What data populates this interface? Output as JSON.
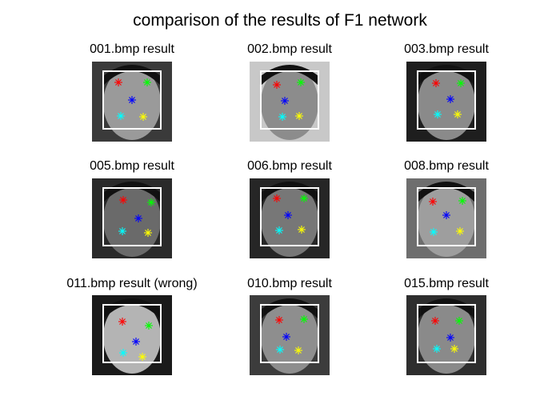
{
  "figure_title": "comparison of the results of F1 network",
  "landmark_colors": {
    "left_eye": "#ff0000",
    "right_eye": "#00ff00",
    "nose": "#0000ff",
    "mouth_left": "#00ffff",
    "mouth_right": "#ffff00"
  },
  "panels": [
    {
      "title": "001.bmp result",
      "skin": "#9a9a9a",
      "bg": "#3a3a3a",
      "box": [
        14,
        12,
        86,
        84
      ],
      "marks": {
        "left_eye": [
          33,
          26
        ],
        "right_eye": [
          69,
          26
        ],
        "nose": [
          50,
          48
        ],
        "mouth_left": [
          36,
          68
        ],
        "mouth_right": [
          64,
          69
        ]
      }
    },
    {
      "title": "002.bmp result",
      "skin": "#8c8c8c",
      "bg": "#c8c8c8",
      "box": [
        14,
        12,
        86,
        84
      ],
      "marks": {
        "left_eye": [
          34,
          29
        ],
        "right_eye": [
          64,
          26
        ],
        "nose": [
          44,
          49
        ],
        "mouth_left": [
          41,
          69
        ],
        "mouth_right": [
          62,
          68
        ]
      }
    },
    {
      "title": "003.bmp result",
      "skin": "#8a8a8a",
      "bg": "#1e1e1e",
      "box": [
        14,
        12,
        86,
        84
      ],
      "marks": {
        "left_eye": [
          37,
          27
        ],
        "right_eye": [
          68,
          27
        ],
        "nose": [
          55,
          47
        ],
        "mouth_left": [
          39,
          66
        ],
        "mouth_right": [
          64,
          66
        ]
      }
    },
    {
      "title": "005.bmp result",
      "skin": "#6a6a6a",
      "bg": "#2a2a2a",
      "box": [
        14,
        12,
        86,
        84
      ],
      "marks": {
        "left_eye": [
          39,
          27
        ],
        "right_eye": [
          74,
          30
        ],
        "nose": [
          58,
          50
        ],
        "mouth_left": [
          38,
          66
        ],
        "mouth_right": [
          70,
          68
        ]
      }
    },
    {
      "title": "006.bmp result",
      "skin": "#777777",
      "bg": "#262626",
      "box": [
        14,
        12,
        86,
        84
      ],
      "marks": {
        "left_eye": [
          34,
          25
        ],
        "right_eye": [
          68,
          25
        ],
        "nose": [
          48,
          46
        ],
        "mouth_left": [
          37,
          65
        ],
        "mouth_right": [
          65,
          64
        ]
      }
    },
    {
      "title": "008.bmp result",
      "skin": "#9e9e9e",
      "bg": "#6e6e6e",
      "box": [
        14,
        12,
        86,
        84
      ],
      "marks": {
        "left_eye": [
          33,
          29
        ],
        "right_eye": [
          70,
          28
        ],
        "nose": [
          50,
          46
        ],
        "mouth_left": [
          34,
          67
        ],
        "mouth_right": [
          67,
          66
        ]
      }
    },
    {
      "title": "011.bmp result (wrong)",
      "skin": "#b4b4b4",
      "bg": "#1a1a1a",
      "box": [
        14,
        12,
        86,
        84
      ],
      "marks": {
        "left_eye": [
          38,
          33
        ],
        "right_eye": [
          71,
          38
        ],
        "nose": [
          55,
          58
        ],
        "mouth_left": [
          39,
          72
        ],
        "mouth_right": [
          63,
          77
        ]
      }
    },
    {
      "title": "010.bmp result",
      "skin": "#8e8e8e",
      "bg": "#3c3c3c",
      "box": [
        14,
        12,
        86,
        84
      ],
      "marks": {
        "left_eye": [
          37,
          31
        ],
        "right_eye": [
          68,
          30
        ],
        "nose": [
          46,
          52
        ],
        "mouth_left": [
          38,
          68
        ],
        "mouth_right": [
          61,
          69
        ]
      }
    },
    {
      "title": "015.bmp result",
      "skin": "#8a8a8a",
      "bg": "#2e2e2e",
      "box": [
        14,
        12,
        86,
        84
      ],
      "marks": {
        "left_eye": [
          36,
          32
        ],
        "right_eye": [
          66,
          32
        ],
        "nose": [
          55,
          53
        ],
        "mouth_left": [
          38,
          67
        ],
        "mouth_right": [
          60,
          67
        ]
      }
    }
  ]
}
